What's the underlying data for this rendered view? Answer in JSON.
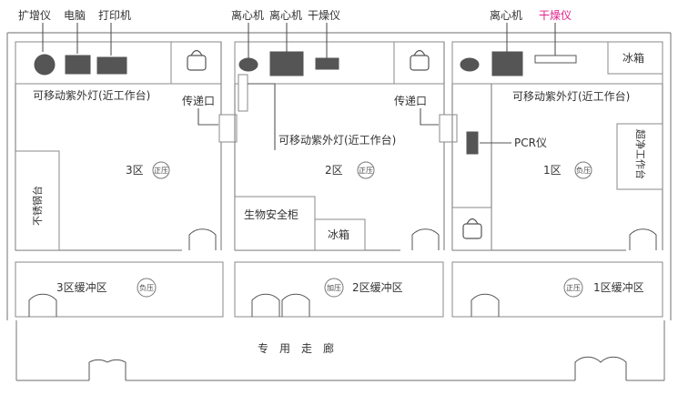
{
  "room3": {
    "equipment_labels": [
      "扩增仪",
      "电脑",
      "打印机"
    ],
    "uv_lamp": "可移动紫外灯(近工作台)",
    "zone": "3区",
    "pressure": "正压",
    "stainless_table": "不锈钢台",
    "buffer": "3区缓冲区",
    "buffer_pressure": "负压"
  },
  "room2": {
    "equipment_labels": [
      "离心机",
      "离心机",
      "干燥仪"
    ],
    "uv_lamp": "可移动紫外灯(近工作台)",
    "zone": "2区",
    "pressure": "正压",
    "biosafety_cabinet": "生物安全柜",
    "fridge": "冰箱",
    "buffer": "2区缓冲区",
    "buffer_pressure": "加压"
  },
  "room1": {
    "centrifuge_label": "离心机",
    "dryer_label": "干燥仪",
    "fridge": "冰箱",
    "uv_lamp": "可移动紫外灯(近工作台)",
    "pcr": "PCR仪",
    "zone": "1区",
    "pressure": "负压",
    "clean_bench": "超净工作台",
    "buffer": "1区缓冲区",
    "buffer_pressure": "正压"
  },
  "pass_box_label": "传递口",
  "corridor": "专　用　走　廊",
  "colors": {
    "highlight": "#e0208a",
    "wall": "#8a8a8a",
    "device": "#555555"
  }
}
